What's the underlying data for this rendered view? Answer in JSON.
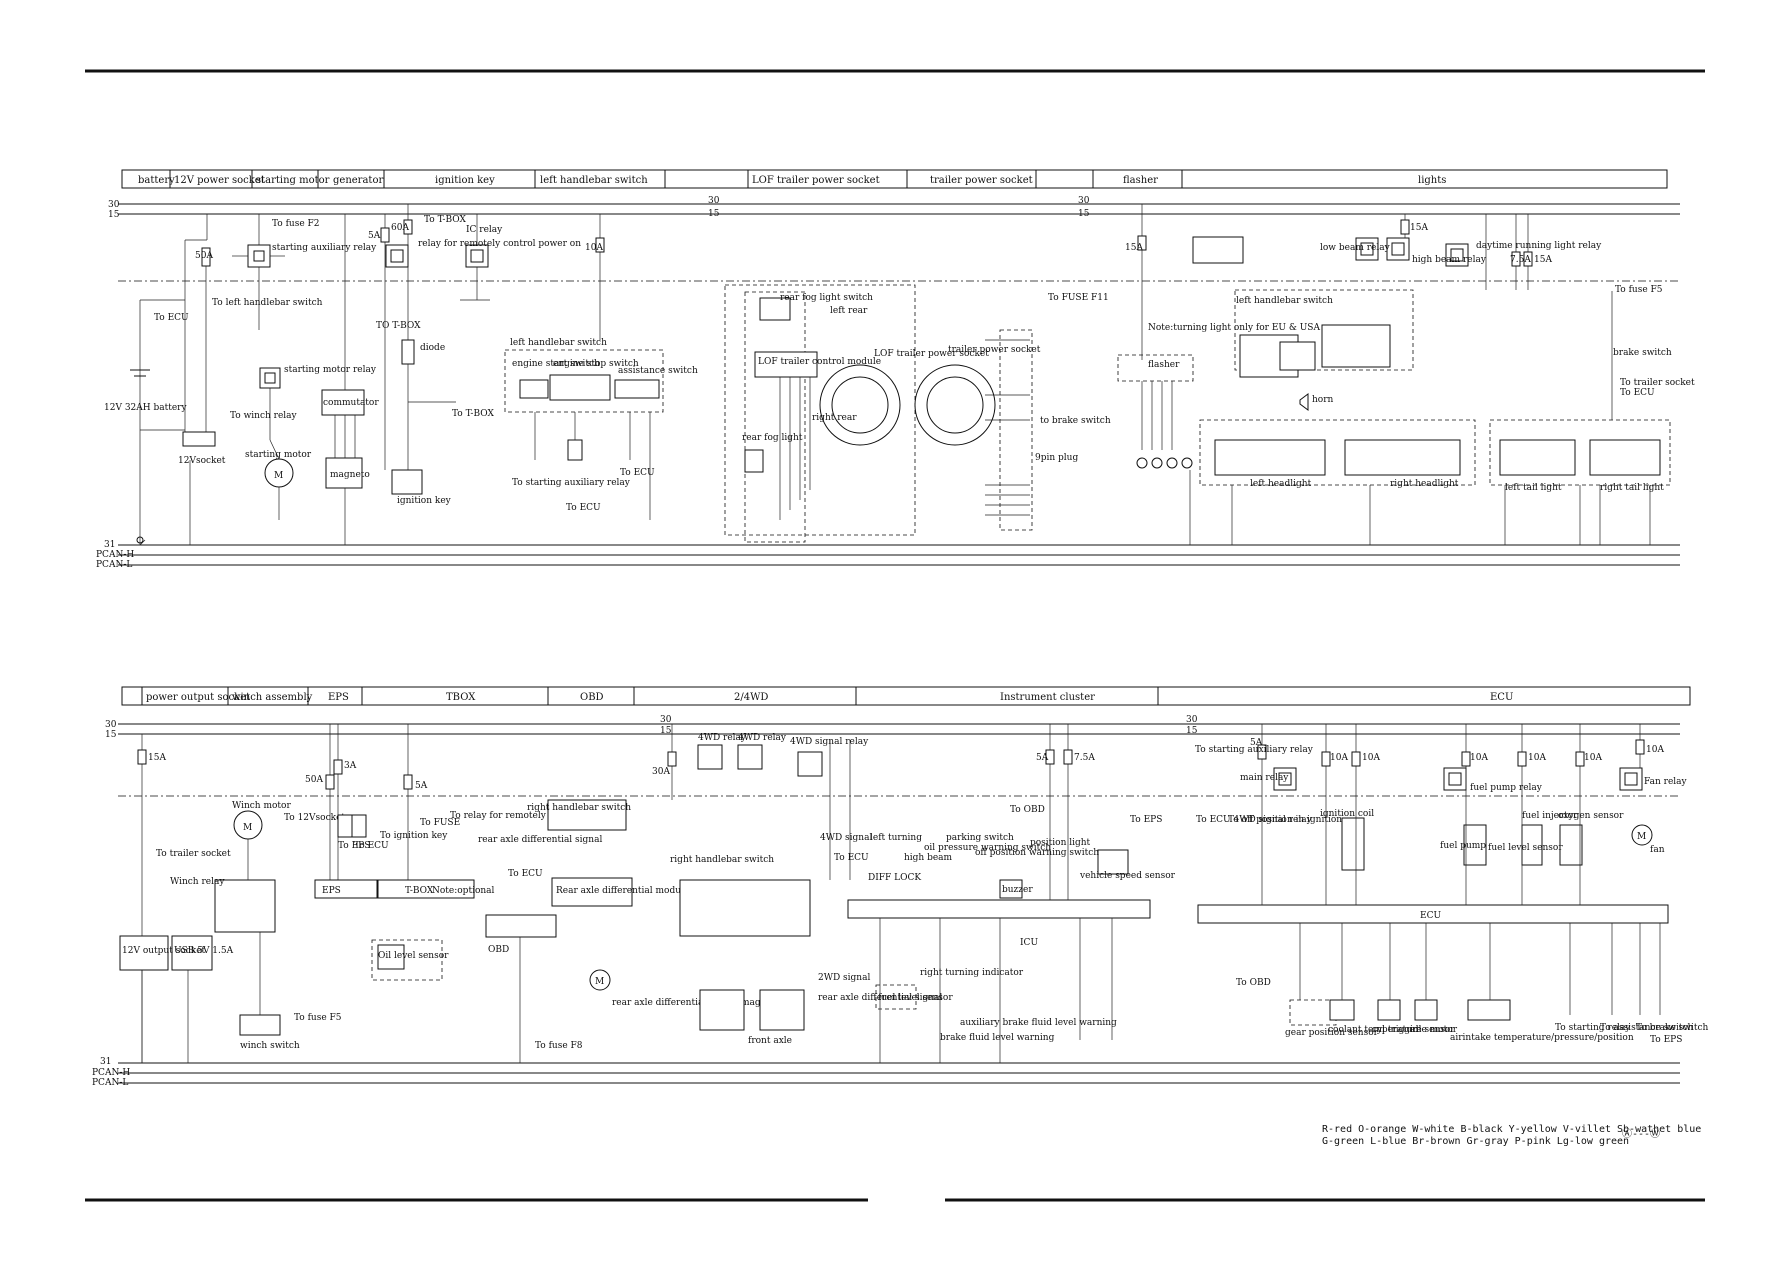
{
  "top": {
    "headers": [
      "battery",
      "12V power socket",
      "starting motor",
      "generator",
      "ignition key",
      "left handlebar switch",
      "LOF trailer power socket",
      "trailer power socket",
      "flasher",
      "lights"
    ],
    "bus": {
      "b30": "30",
      "b15": "15",
      "b31": "31",
      "pcanh": "PCAN-H",
      "pcanl": "PCAN-L",
      "mid30": "30",
      "mid15": "15",
      "mid30b": "30",
      "mid15b": "15"
    },
    "labels": {
      "battery": "12V 32AH battery",
      "socket": "12Vsocket",
      "to_ecu": "To ECU",
      "to_fuse_f2": "To fuse F2",
      "starting_aux_relay": "starting auxiliary relay",
      "fuse50a": "50A",
      "fuse_f11": "F11",
      "to_left_switch": "To left handlebar switch",
      "starting_motor_relay": "starting motor relay",
      "to_winch_relay": "To winch relay",
      "starting_motor": "starting motor",
      "commutator": "commutator",
      "magneto": "magneto",
      "fuse5a": "5A",
      "fuse60a": "60A",
      "to_tbox1": "To T-BOX",
      "relay_remote": "relay for remotely control power on",
      "ic_relay": "IC relay",
      "to_tbox2": "TO T-BOX",
      "diode": "diode",
      "to_tbox3": "To T-BOX",
      "ignition_key": "ignition key",
      "fuse10a": "10A",
      "left_handlebar_switch": "left handlebar switch",
      "engine_start_switch": "engine start switch",
      "engine_stop_switch": "engine stop switch",
      "assistance_switch": "assistance switch",
      "to_starting_aux": "To starting auxiliary relay",
      "to_ecu2": "To ECU",
      "to_ecu3": "To ECU",
      "rear_fog_switch": "rear fog light switch",
      "left_rear": "left rear",
      "lof_control": "LOF trailer control module",
      "lof_socket": "LOF trailer power socket",
      "trailer_socket": "trailer power socket",
      "rear_fog_light": "rear fog light",
      "right_rear": "right rear",
      "to_fuse_f11": "To FUSE F11",
      "to_brake_switch": "to brake switch",
      "pin_plug": "9pin plug",
      "flasher_fuse": "15A",
      "note_turning": "Note:turning light only for EU & USA",
      "flasher": "flasher",
      "left_handlebar_switch2": "left handlebar switch",
      "horn": "horn",
      "low_beam_relay": "low beam relay",
      "high_beam_relay": "high beam relay",
      "fuse15a": "15A",
      "daytime_relay": "daytime running light relay",
      "fuse7_5a": "7.5A",
      "fuse15a2": "15A",
      "to_fuse_f5": "To fuse F5",
      "brake_switch": "brake switch",
      "to_trailer_socket": "To trailer socket",
      "to_ecu4": "To ECU",
      "left_headlight": "left headlight",
      "right_headlight": "right headlight",
      "left_tail": "left tail light",
      "right_tail": "right tail light"
    }
  },
  "bottom": {
    "headers": [
      "power output socket",
      "winch assembly",
      "EPS",
      "TBOX",
      "OBD",
      "2/4WD",
      "Instrument cluster",
      "ECU"
    ],
    "bus": {
      "b30": "30",
      "b15": "15",
      "b31": "31",
      "pcanh": "PCAN-H",
      "pcanl": "PCAN-L",
      "mid30": "30",
      "mid15": "15",
      "mid30b": "30",
      "mid15b": "15"
    },
    "labels": {
      "fuse15a": "15A",
      "to_trailer_socket": "To trailer socket",
      "socket12v": "12V output socket",
      "usb": "USB 5V 1.5A",
      "winch_motor": "Winch motor",
      "winch_relay": "Winch relay",
      "to_12v_socket": "To 12Vsocket",
      "winch_switch": "winch switch",
      "to_fuse_f5": "To fuse F5",
      "fuse50a": "50A",
      "fuse3a": "3A",
      "to_eps": "To EPS",
      "to_ecu": "To ECU",
      "to_ignition_key": "To ignition key",
      "eps": "EPS",
      "fuse5a": "5A",
      "to_fuse": "To FUSE",
      "relay_remote": "To relay for remotely control power on",
      "tbox": "T-BOX",
      "note_optional": "Note:optional",
      "oil_level_sensor": "Oil level sensor",
      "rear_axle_signal": "rear axle differential signal",
      "to_ecu2": "To ECU",
      "obd": "OBD",
      "to_fuse_f8": "To fuse F8",
      "right_handlebar_switch": "right handlebar switch",
      "rear_axle_module": "Rear axle differential module",
      "rear_axle_magnet": "rear axle differential electromagnet",
      "fuse30a": "30A",
      "relay_4wd1": "4WD relay",
      "relay_4wd2": "4WD relay",
      "relay_4wd_signal": "4WD signal relay",
      "right_handlebar_switch2": "right handlebar switch",
      "front_axle": "front axle",
      "wd_signal": "2WD signal",
      "rear_axle_signal2": "rear axle differential signal",
      "wd4_signal": "4WD signal",
      "to_ecu3": "To ECU",
      "diff_lock": "DIFF LOCK",
      "left_turning": "left turning",
      "high_beam": "high beam",
      "oil_pressure": "oil pressure warning switch",
      "parking_switch": "parking switch",
      "right_turning": "right turning indicator",
      "brake_fluid": "brake fluid level warning",
      "aux_brake": "auxiliary brake fluid level warning",
      "off_position": "off position warning switch",
      "fuel_level_sensor": "fuel level sensor",
      "buzzer": "buzzer",
      "to_obd": "To OBD",
      "position_light": "position light",
      "fuse5a2": "5A",
      "fuse7_5a": "7.5A",
      "vehicle_speed": "vehicle speed sensor",
      "to_eps2": "To EPS",
      "icu": "ICU",
      "to_starting_aux": "To starting auxiliary relay",
      "to_ecu4": "To ECU 4WD signal relay",
      "to_off_position": "To off position in ignition",
      "main_relay": "main relay",
      "fuse5a3": "5A",
      "fuse10a": "10A",
      "fuse10a2": "10A",
      "ignition_coil": "ignition coil",
      "fuse10a3": "10A",
      "fuel_pump_relay": "fuel pump relay",
      "fuel_pump": "fuel pump",
      "fuel_level_sensor2": "fuel level sensor",
      "fuse10a4": "10A",
      "fuel_injector": "fuel injector",
      "oxygen_sensor": "oxygen sensor",
      "fuse10a5": "10A",
      "fuse10a6": "10A",
      "fan_relay": "Fan relay",
      "fan": "fan",
      "ecu": "ECU",
      "to_obd2": "To OBD",
      "gear_position": "gear position sensor",
      "coolant_temp": "coolant temperature sensor",
      "cyl_trigger": "cyl trigger",
      "idle_motor": "idle motor",
      "air_temp": "airintake temperature/pressure/position",
      "to_starting_relay": "To starting relay",
      "to_assistance": "To assistance switch",
      "to_brake_switch": "To brake switch",
      "to_eps3": "To EPS"
    }
  },
  "legend": {
    "line1": "R-red O-orange W-white B-black Y-yellow V-villet Sb-wathet blue",
    "line2": "G-green L-blue Br-brown Gr-gray P-pink Lg-low green",
    "range": "Ⓐ---Ⓦ"
  }
}
